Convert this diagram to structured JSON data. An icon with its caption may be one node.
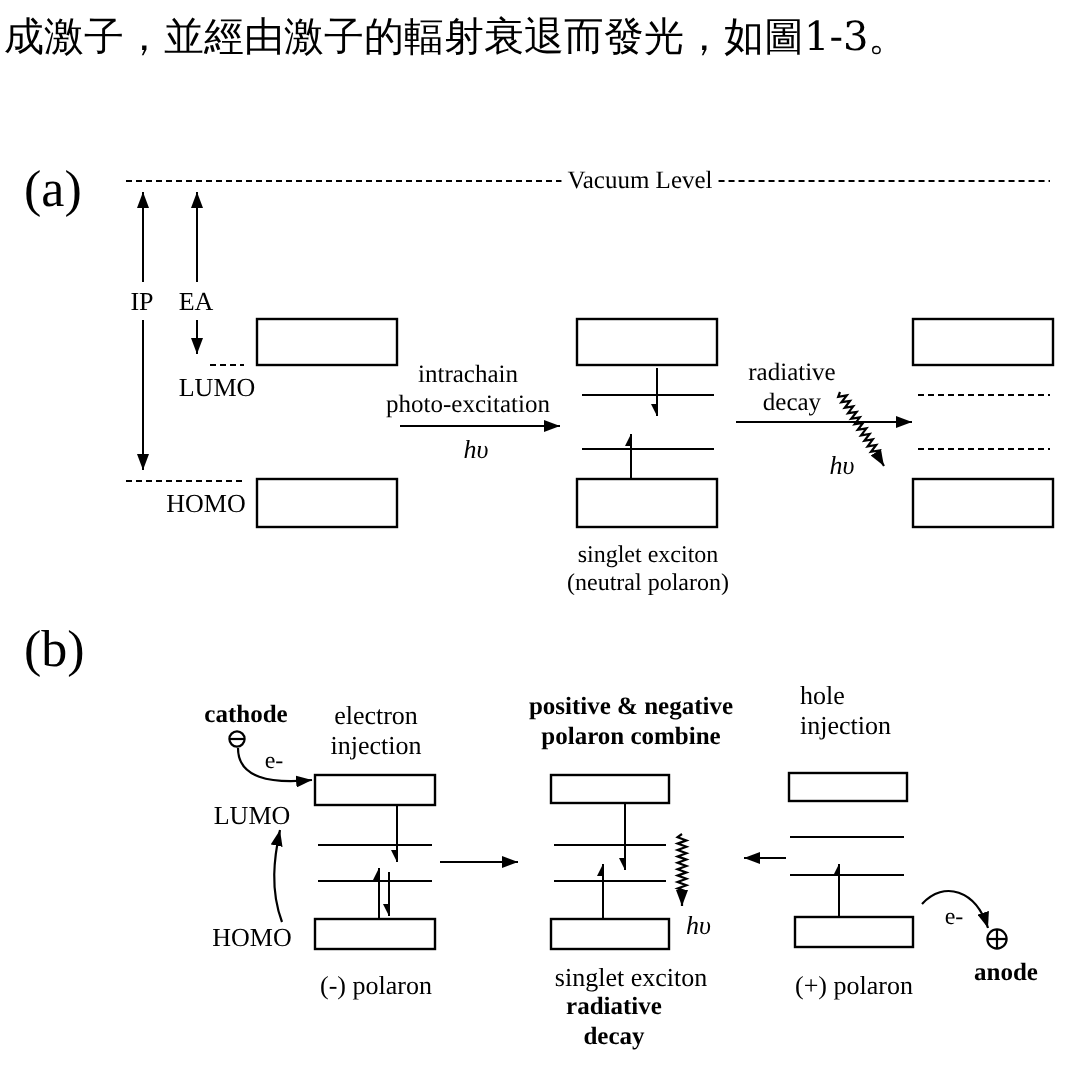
{
  "diagram": {
    "nodes": [
      {
        "text": [],
        "shape": "box",
        "beside": [
          "LUMO",
          "HOMO"
        ]
      },
      {
        "text": [
          "singlet exciton (neutral polaron)"
        ]
      },
      {
        "text": [],
        "shape": "box"
      },
      {
        "text": [
          "cathode"
        ]
      },
      {
        "text": [
          "electron injection",
          "(-) polaron"
        ]
      },
      {
        "text": [
          "positive & negative polaron combine",
          "hυ",
          "singlet exciton",
          "radiative decay"
        ]
      },
      {
        "text": [
          "hole injection",
          "(+) polaron"
        ]
      },
      {
        "text": [
          "LUMO"
        ]
      },
      {
        "text": [
          "HOMO"
        ]
      },
      {
        "text": [
          "anode"
        ]
      }
    ],
    "edges": [
      {
        "from": 0,
        "to": 1,
        "arrow": "to",
        "label": "intrachain photo-excitation"
      },
      {
        "from": 1,
        "to": 2,
        "arrow": "to",
        "label": "radiative decay"
      },
      {
        "from": 3,
        "to": 4,
        "arrow": "to",
        "label": "e-"
      },
      {
        "from": 8,
        "to": 7,
        "arrow": "to"
      },
      {
        "from": 4,
        "to": 5,
        "arrow": "to"
      },
      {
        "from": 6,
        "to": 5,
        "arrow": "to"
      },
      {
        "from": 6,
        "to": 9,
        "arrow": "to",
        "label": "e-"
      }
    ],
    "labels": [
      "成激子，並經由激子的輻射衰退而發光，如圖1-3。",
      "(a)",
      "Vacuum Level",
      "IP",
      "EA",
      "hυ",
      "hυ",
      "(b)"
    ]
  }
}
